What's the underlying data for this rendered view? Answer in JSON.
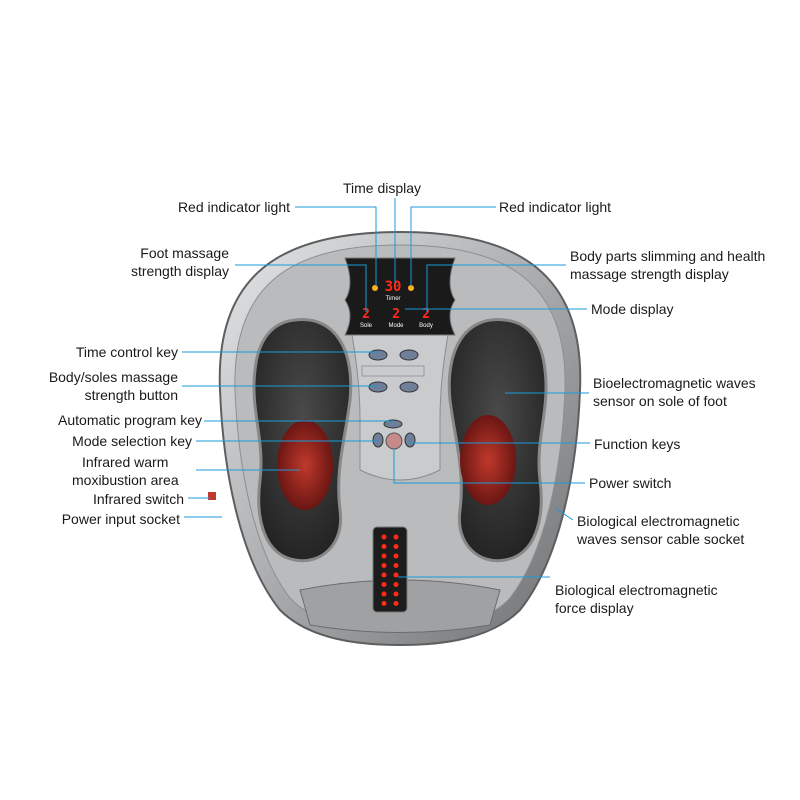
{
  "display": {
    "timer_value": "30",
    "timer_caption": "Timer",
    "sole_value": "2",
    "sole_caption": "Sole",
    "mode_value": "2",
    "mode_caption": "Mode",
    "body_value": "2",
    "body_caption": "Body"
  },
  "labels": {
    "time_display": "Time display",
    "red_light_left": "Red indicator light",
    "red_light_right": "Red indicator light",
    "foot_strength_1": "Foot massage",
    "foot_strength_2": "strength display",
    "body_parts_1": "Body parts slimming and health",
    "body_parts_2": "massage strength display",
    "mode_display": "Mode display",
    "time_key": "Time control key",
    "body_soles_1": "Body/soles massage",
    "body_soles_2": "strength button",
    "auto_key": "Automatic program key",
    "mode_key": "Mode selection key",
    "infrared_area_1": "Infrared warm",
    "infrared_area_2": "moxibustion area",
    "infrared_switch": "Infrared switch",
    "power_socket": "Power input socket",
    "bio_sensor_1": "Bioelectromagnetic waves",
    "bio_sensor_2": "sensor on sole of foot",
    "function_keys": "Function keys",
    "power_switch": "Power switch",
    "cable_socket_1": "Biological electromagnetic",
    "cable_socket_2": "waves sensor cable socket",
    "force_display_1": "Biological electromagnetic",
    "force_display_2": "force display"
  },
  "colors": {
    "leader": "#1b9ad8",
    "led": "#ff2a1a"
  }
}
